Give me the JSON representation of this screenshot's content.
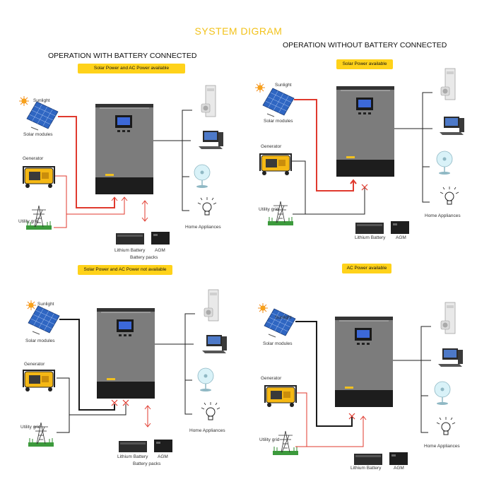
{
  "title": "SYSTEM DIGRAM",
  "colors": {
    "title": "#f2c21b",
    "badge": "#ffd21a",
    "solar_line": "#e03a2e",
    "ac_line": "#e03a2e",
    "off_line": "#1a1a1a",
    "inverter": "#7a7a7a"
  },
  "panels": [
    {
      "heading": "OPERATION WITH BATTERY CONNECTED",
      "badge": "Solar Power and AC Power available",
      "sunlight": "Sunlight",
      "solar": "Solar modules",
      "generator": "Generator",
      "grid": "Utility grid",
      "lithium": "Lithium Battery",
      "agm": "AGM",
      "battery_packs": "Battery packs",
      "appliances": "Home Appliances"
    },
    {
      "heading": "OPERATION WITHOUT BATTERY CONNECTED",
      "badge": "Solar Power available",
      "sunlight": "Sunlight",
      "solar": "Solar modules",
      "generator": "Generator",
      "grid": "Utility grid",
      "lithium": "Lithium Battery",
      "agm": "AGM",
      "appliances": "Home Appliances"
    },
    {
      "badge": "Solar Power and AC Power not available",
      "sunlight": "Sunlight",
      "solar": "Solar modules",
      "generator": "Generator",
      "grid": "Utility grid",
      "lithium": "Lithium Battery",
      "agm": "AGM",
      "battery_packs": "Battery packs",
      "appliances": "Home Appliances"
    },
    {
      "badge": "AC Power available",
      "sunlight": "Sunlight",
      "solar": "Solar modules",
      "generator": "Generator",
      "grid": "Utility grid",
      "lithium": "Lithium Battery",
      "agm": "AGM",
      "appliances": "Home Appliances"
    }
  ]
}
